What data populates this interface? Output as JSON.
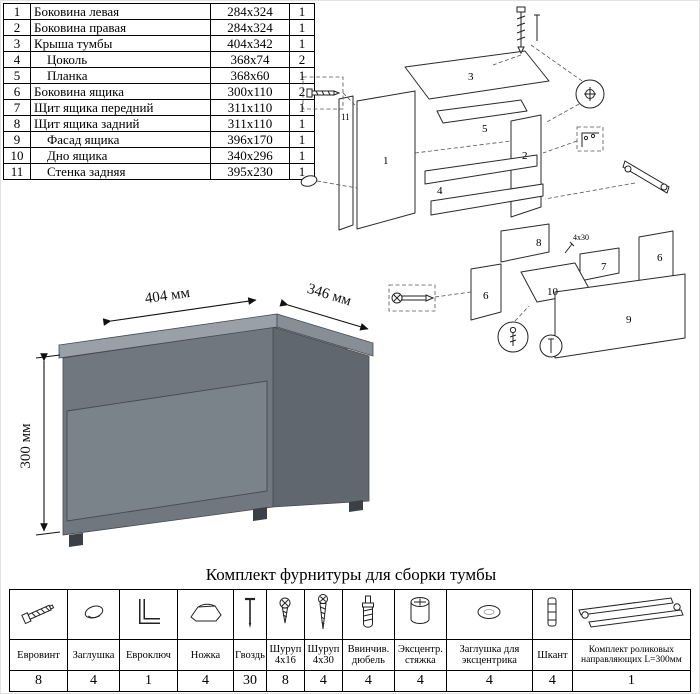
{
  "parts_table": {
    "rows": [
      {
        "num": "1",
        "name": "Боковина левая",
        "size": "284x324",
        "qty": "1"
      },
      {
        "num": "2",
        "name": "Боковина правая",
        "size": "284x324",
        "qty": "1"
      },
      {
        "num": "3",
        "name": "Крыша тумбы",
        "size": "404x342",
        "qty": "1"
      },
      {
        "num": "4",
        "name": "Цоколь",
        "size": "368x74",
        "qty": "2"
      },
      {
        "num": "5",
        "name": "Планка",
        "size": "368x60",
        "qty": "1"
      },
      {
        "num": "6",
        "name": "Боковина ящика",
        "size": "300x110",
        "qty": "2"
      },
      {
        "num": "7",
        "name": "Щит ящика передний",
        "size": "311x110",
        "qty": "1"
      },
      {
        "num": "8",
        "name": "Щит ящика задний",
        "size": "311x110",
        "qty": "1"
      },
      {
        "num": "9",
        "name": "Фасад ящика",
        "size": "396x170",
        "qty": "1"
      },
      {
        "num": "10",
        "name": "Дно ящика",
        "size": "340x296",
        "qty": "1"
      },
      {
        "num": "11",
        "name": "Стенка задняя",
        "size": "395x230",
        "qty": "1"
      }
    ]
  },
  "exploded": {
    "part_labels": {
      "p1": "1",
      "p2": "2",
      "p3": "3",
      "p4": "4",
      "p5": "5",
      "p6a": "6",
      "p6b": "6",
      "p7": "7",
      "p8": "8",
      "p9": "9",
      "p10": "10",
      "p11": "11"
    },
    "screw_note": "4x30"
  },
  "product": {
    "dim_width": "404 мм",
    "dim_depth": "346 мм",
    "dim_height": "300 мм",
    "colors": {
      "top": "#8d949b",
      "top_strip": "#99a0a7",
      "side_strip": "#878e95",
      "front": "#70777e",
      "side": "#60676e",
      "drawer": "#7a828a",
      "foot": "#3a4046"
    }
  },
  "hardware": {
    "title": "Комплект фурнитуры для сборки тумбы",
    "items": [
      {
        "label": "Евровинт",
        "count": "8"
      },
      {
        "label": "Заглушка",
        "count": "4"
      },
      {
        "label": "Евроключ",
        "count": "1"
      },
      {
        "label": "Ножка",
        "count": "4"
      },
      {
        "label": "Гвоздь",
        "count": "30"
      },
      {
        "label": "Шуруп 4x16",
        "count": "8"
      },
      {
        "label": "Шуруп 4x30",
        "count": "4"
      },
      {
        "label": "Ввинчив. дюбель",
        "count": "4"
      },
      {
        "label": "Эксцентр. стяжка",
        "count": "4"
      },
      {
        "label": "Заглушка для эксцентрика",
        "count": "4"
      },
      {
        "label": "Шкант",
        "count": "4"
      },
      {
        "label": "Комплект роликовых направляющих L=300мм",
        "count": "1"
      }
    ]
  }
}
